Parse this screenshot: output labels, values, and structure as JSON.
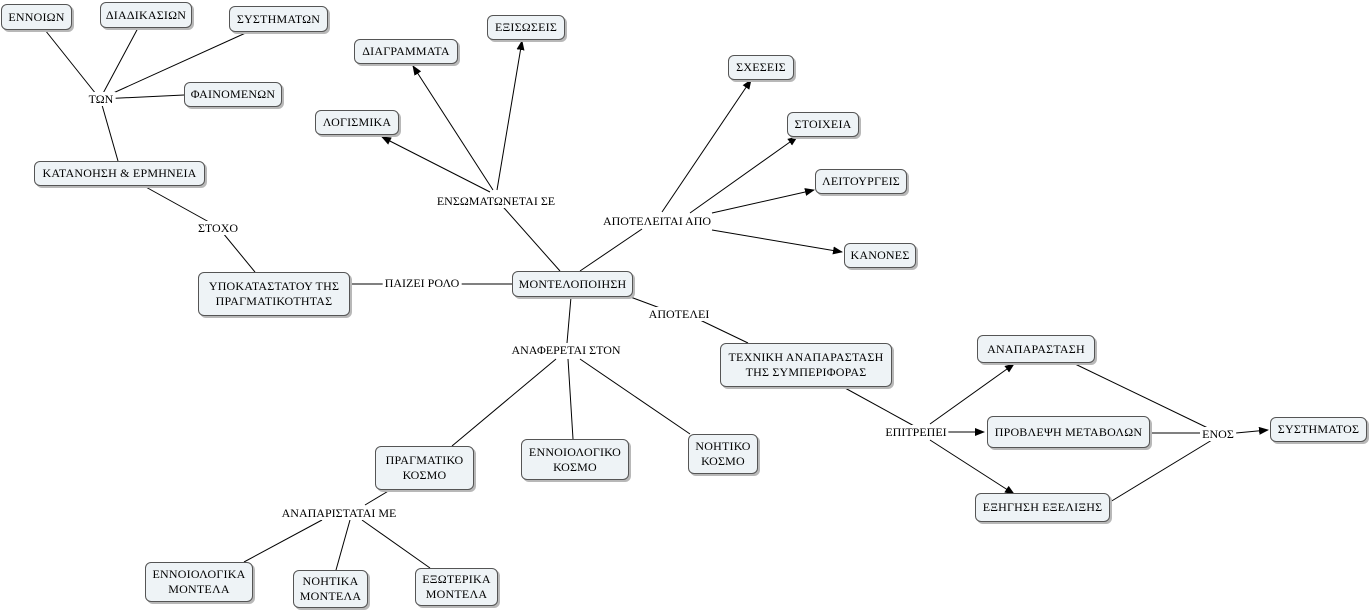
{
  "concepts": {
    "ennoion": "ΕΝΝΟΙΩΝ",
    "diadikasion": "ΔΙΑΔΙΚΑΣΙΩΝ",
    "systimaton": "ΣΥΣΤΗΜΑΤΩΝ",
    "fainomenon": "ΦΑΙΝΟΜΕΝΩΝ",
    "katanoisi": "ΚΑΤΑΝΟΗΣΗ & ΕΡΜΗΝΕΙΑ",
    "ypokatastatou": "ΥΠΟΚΑΤΑΣΤΑΤΟΥ ΤΗΣ\nΠΡΑΓΜΑΤΙΚΟΤΗΤΑΣ",
    "diagrammata": "ΔΙΑΓΡΑΜΜΑΤΑ",
    "exisoseis": "ΕΞΙΣΩΣΕΙΣ",
    "logismika": "ΛΟΓΙΣΜΙΚΑ",
    "montelopoiisi": "ΜΟΝΤΕΛΟΠΟΙΗΣΗ",
    "scheseis": "ΣΧΕΣΕΙΣ",
    "stoicheia": "ΣΤΟΙΧΕΙΑ",
    "leitourgeies": "ΛΕΙΤΟΥΡΓΕΙΣ",
    "kanones": "ΚΑΝΟΝΕΣ",
    "techniki": "ΤΕΧΝΙΚΗ ΑΝΑΠΑΡΑΣΤΑΣΗ\nΤΗΣ ΣΥΜΠΕΡΙΦΟΡΑΣ",
    "pragmatiko_kosmo": "ΠΡΑΓΜΑΤΙΚΟ\nΚΟΣΜΟ",
    "ennoiologiko_kosmo": "ΕΝΝΟΙΟΛΟΓΙΚΟ\nΚΟΣΜΟ",
    "noitiko_kosmo": "ΝΟΗΤΙΚΟ\nΚΟΣΜΟ",
    "ennoiologika_montela": "ΕΝΝΟΙΟΛΟΓΙΚΑ\nΜΟΝΤΕΛΑ",
    "noitika_montela": "ΝΟΗΤΙΚΑ\nΜΟΝΤΕΛΑ",
    "exoterika_montela": "ΕΞΩΤΕΡΙΚΑ\nΜΟΝΤΕΛΑ",
    "anaparastasi": "ΑΝΑΠΑΡΑΣΤΑΣΗ",
    "provlepsi": "ΠΡΟΒΛΕΨΗ ΜΕΤΑΒΟΛΩΝ",
    "exigisi": "ΕΞΗΓΗΣΗ ΕΞΕΛΙΞΗΣ",
    "systimatos": "ΣΥΣΤΗΜΑΤΟΣ"
  },
  "phrases": {
    "ton": "ΤΩΝ",
    "stoxo": "ΣΤΟΧΟ",
    "paizei_rolo": "ΠΑΙΖΕΙ ΡΟΛΟ",
    "ensomatonetai": "ΕΝΣΩΜΑΤΩΝΕΤΑΙ ΣΕ",
    "apoteleitai": "ΑΠΟΤΕΛΕΙΤΑΙ ΑΠΟ",
    "apotelei": "ΑΠΟΤΕΛΕΙ",
    "anaferetai": "ΑΝΑΦΕΡΕΤΑΙ ΣΤΟΝ",
    "anaparistatai": "ΑΝΑΠΑΡΙΣΤΑΤΑΙ ΜΕ",
    "epitrepei": "ΕΠΙΤΡΕΠΕΙ",
    "enos": "ΕΝΟΣ"
  },
  "colors": {
    "node_fill": "#eef3f6",
    "node_border": "#555555",
    "link": "#000000"
  }
}
